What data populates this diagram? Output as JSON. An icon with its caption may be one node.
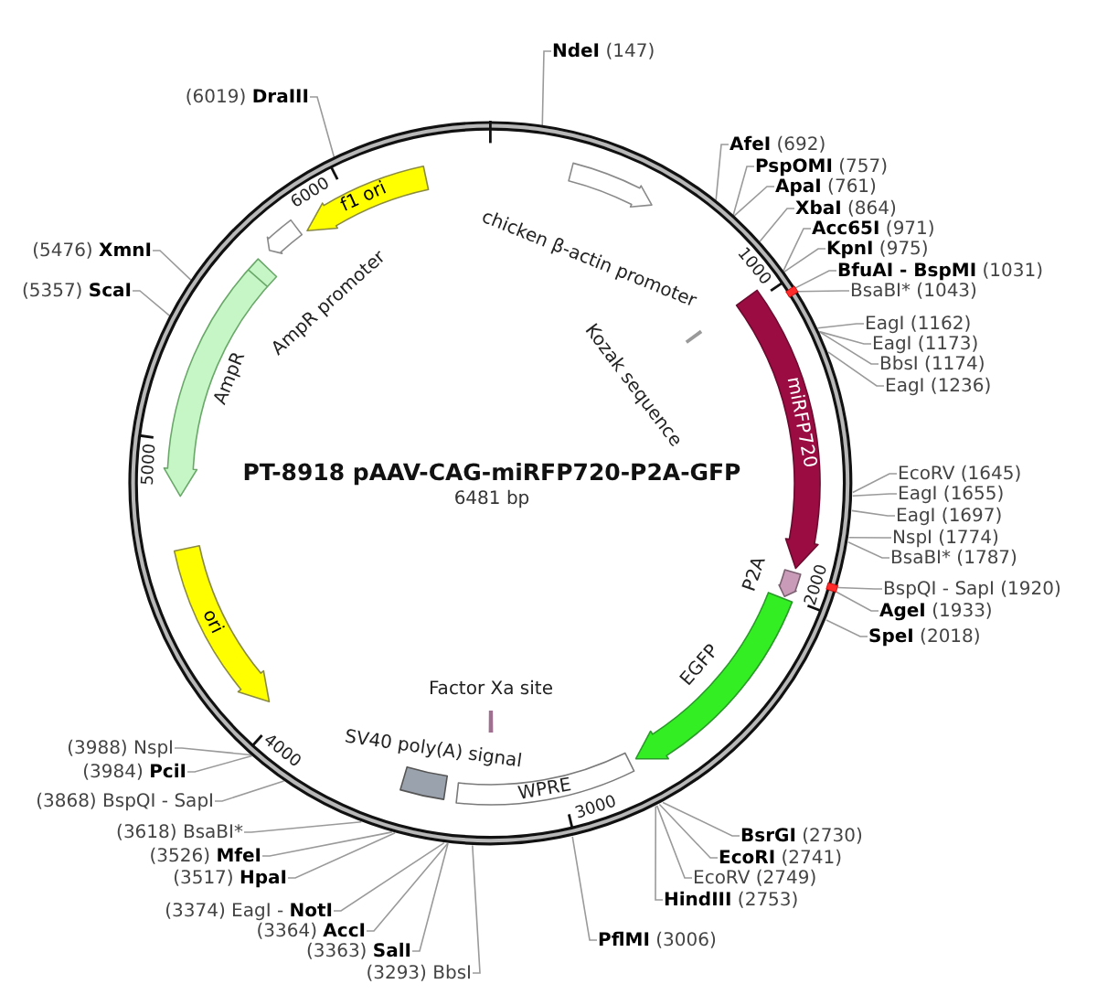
{
  "diagram": {
    "nodes": [
      {
        "text": [
          "PT-8918 pAAV-CAG-miRFP720-P2A-GFP",
          "6481 bp"
        ]
      },
      {
        "text": [
          "chicken β-actin promoter"
        ],
        "in": 0
      },
      {
        "text": [
          "Kozak sequence"
        ],
        "in": 0
      },
      {
        "text": [
          "miRFP720"
        ],
        "in": 0
      },
      {
        "text": [
          "P2A"
        ],
        "in": 0
      },
      {
        "text": [
          "EGFP"
        ],
        "in": 0
      },
      {
        "text": [
          "WPRE"
        ],
        "in": 0
      },
      {
        "text": [
          "Factor Xa site"
        ],
        "in": 0
      },
      {
        "text": [
          "SV40 poly(A) signal"
        ],
        "in": 0
      },
      {
        "text": [
          "ori"
        ],
        "in": 0
      },
      {
        "text": [
          "AmpR"
        ],
        "in": 0
      },
      {
        "text": [
          "AmpR promoter"
        ],
        "in": 0
      },
      {
        "text": [
          "f1 ori"
        ],
        "in": 0
      },
      {
        "text": [
          "**NdeI** (147)"
        ]
      },
      {
        "text": [
          "**AfeI** (692)"
        ]
      },
      {
        "text": [
          "**PspOMI** (757)"
        ]
      },
      {
        "text": [
          "**ApaI** (761)"
        ]
      },
      {
        "text": [
          "**XbaI** (864)"
        ]
      },
      {
        "text": [
          "**Acc65I** (971)"
        ]
      },
      {
        "text": [
          "**KpnI** (975)"
        ]
      },
      {
        "text": [
          "**BfuAI - BspMI** (1031)"
        ]
      },
      {
        "text": [
          "BsaBI* (1043)"
        ]
      },
      {
        "text": [
          "EagI (1162)"
        ]
      },
      {
        "text": [
          "EagI (1173)"
        ]
      },
      {
        "text": [
          "BbsI (1174)"
        ]
      },
      {
        "text": [
          "EagI (1236)"
        ]
      },
      {
        "text": [
          "EcoRV (1645)"
        ]
      },
      {
        "text": [
          "EagI (1655)"
        ]
      },
      {
        "text": [
          "EagI (1697)"
        ]
      },
      {
        "text": [
          "NspI (1774)"
        ]
      },
      {
        "text": [
          "BsaBI* (1787)"
        ]
      },
      {
        "text": [
          "BspQI - SapI (1920)"
        ]
      },
      {
        "text": [
          "**AgeI** (1933)"
        ]
      },
      {
        "text": [
          "**SpeI** (2018)"
        ]
      },
      {
        "text": [
          "**BsrGI** (2730)"
        ]
      },
      {
        "text": [
          "**EcoRI** (2741)"
        ]
      },
      {
        "text": [
          "EcoRV (2749)"
        ]
      },
      {
        "text": [
          "**HindIII** (2753)"
        ]
      },
      {
        "text": [
          "**PflMI** (3006)"
        ]
      },
      {
        "text": [
          "(3293) BbsI"
        ]
      },
      {
        "text": [
          "(3363) **SalI**"
        ]
      },
      {
        "text": [
          "(3364) **AccI**"
        ]
      },
      {
        "text": [
          "(3374) EagI - **NotI**"
        ]
      },
      {
        "text": [
          "(3517) **HpaI**"
        ]
      },
      {
        "text": [
          "(3526) **MfeI**"
        ]
      },
      {
        "text": [
          "(3618) BsaBI*"
        ]
      },
      {
        "text": [
          "(3868) BspQI - SapI"
        ]
      },
      {
        "text": [
          "(3984) **PciI**"
        ]
      },
      {
        "text": [
          "(3988) NspI"
        ]
      },
      {
        "text": [
          "(5357) **ScaI**"
        ]
      },
      {
        "text": [
          "(5476) **XmnI**"
        ]
      },
      {
        "text": [
          "(6019) **DraIII**"
        ]
      }
    ],
    "edges": [
      {
        "from": 13,
        "to": 0,
        "arrow": "none"
      },
      {
        "from": 14,
        "to": 0,
        "arrow": "none"
      },
      {
        "from": 15,
        "to": 0,
        "arrow": "none"
      },
      {
        "from": 16,
        "to": 0,
        "arrow": "none"
      },
      {
        "from": 17,
        "to": 0,
        "arrow": "none"
      },
      {
        "from": 18,
        "to": 0,
        "arrow": "none"
      },
      {
        "from": 19,
        "to": 0,
        "arrow": "none"
      },
      {
        "from": 20,
        "to": 0,
        "arrow": "none"
      },
      {
        "from": 21,
        "to": 0,
        "arrow": "none"
      },
      {
        "from": 22,
        "to": 0,
        "arrow": "none"
      },
      {
        "from": 23,
        "to": 0,
        "arrow": "none"
      },
      {
        "from": 24,
        "to": 0,
        "arrow": "none"
      },
      {
        "from": 25,
        "to": 0,
        "arrow": "none"
      },
      {
        "from": 26,
        "to": 0,
        "arrow": "none"
      },
      {
        "from": 27,
        "to": 0,
        "arrow": "none"
      },
      {
        "from": 28,
        "to": 0,
        "arrow": "none"
      },
      {
        "from": 29,
        "to": 0,
        "arrow": "none"
      },
      {
        "from": 30,
        "to": 0,
        "arrow": "none"
      },
      {
        "from": 31,
        "to": 0,
        "arrow": "none"
      },
      {
        "from": 32,
        "to": 0,
        "arrow": "none"
      },
      {
        "from": 33,
        "to": 0,
        "arrow": "none"
      },
      {
        "from": 34,
        "to": 0,
        "arrow": "none"
      },
      {
        "from": 35,
        "to": 0,
        "arrow": "none"
      },
      {
        "from": 36,
        "to": 0,
        "arrow": "none"
      },
      {
        "from": 37,
        "to": 0,
        "arrow": "none"
      },
      {
        "from": 38,
        "to": 0,
        "arrow": "none"
      },
      {
        "from": 39,
        "to": 0,
        "arrow": "none"
      },
      {
        "from": 40,
        "to": 0,
        "arrow": "none"
      },
      {
        "from": 41,
        "to": 0,
        "arrow": "none"
      },
      {
        "from": 42,
        "to": 0,
        "arrow": "none"
      },
      {
        "from": 43,
        "to": 0,
        "arrow": "none"
      },
      {
        "from": 44,
        "to": 0,
        "arrow": "none"
      },
      {
        "from": 45,
        "to": 0,
        "arrow": "none"
      },
      {
        "from": 46,
        "to": 0,
        "arrow": "none"
      },
      {
        "from": 47,
        "to": 0,
        "arrow": "none"
      },
      {
        "from": 48,
        "to": 0,
        "arrow": "none"
      },
      {
        "from": 49,
        "to": 0,
        "arrow": "none"
      },
      {
        "from": 50,
        "to": 0,
        "arrow": "none"
      },
      {
        "from": 51,
        "to": 0,
        "arrow": "none"
      }
    ],
    "labels": [
      "1000",
      "2000",
      "3000",
      "4000",
      "5000",
      "6000"
    ]
  }
}
